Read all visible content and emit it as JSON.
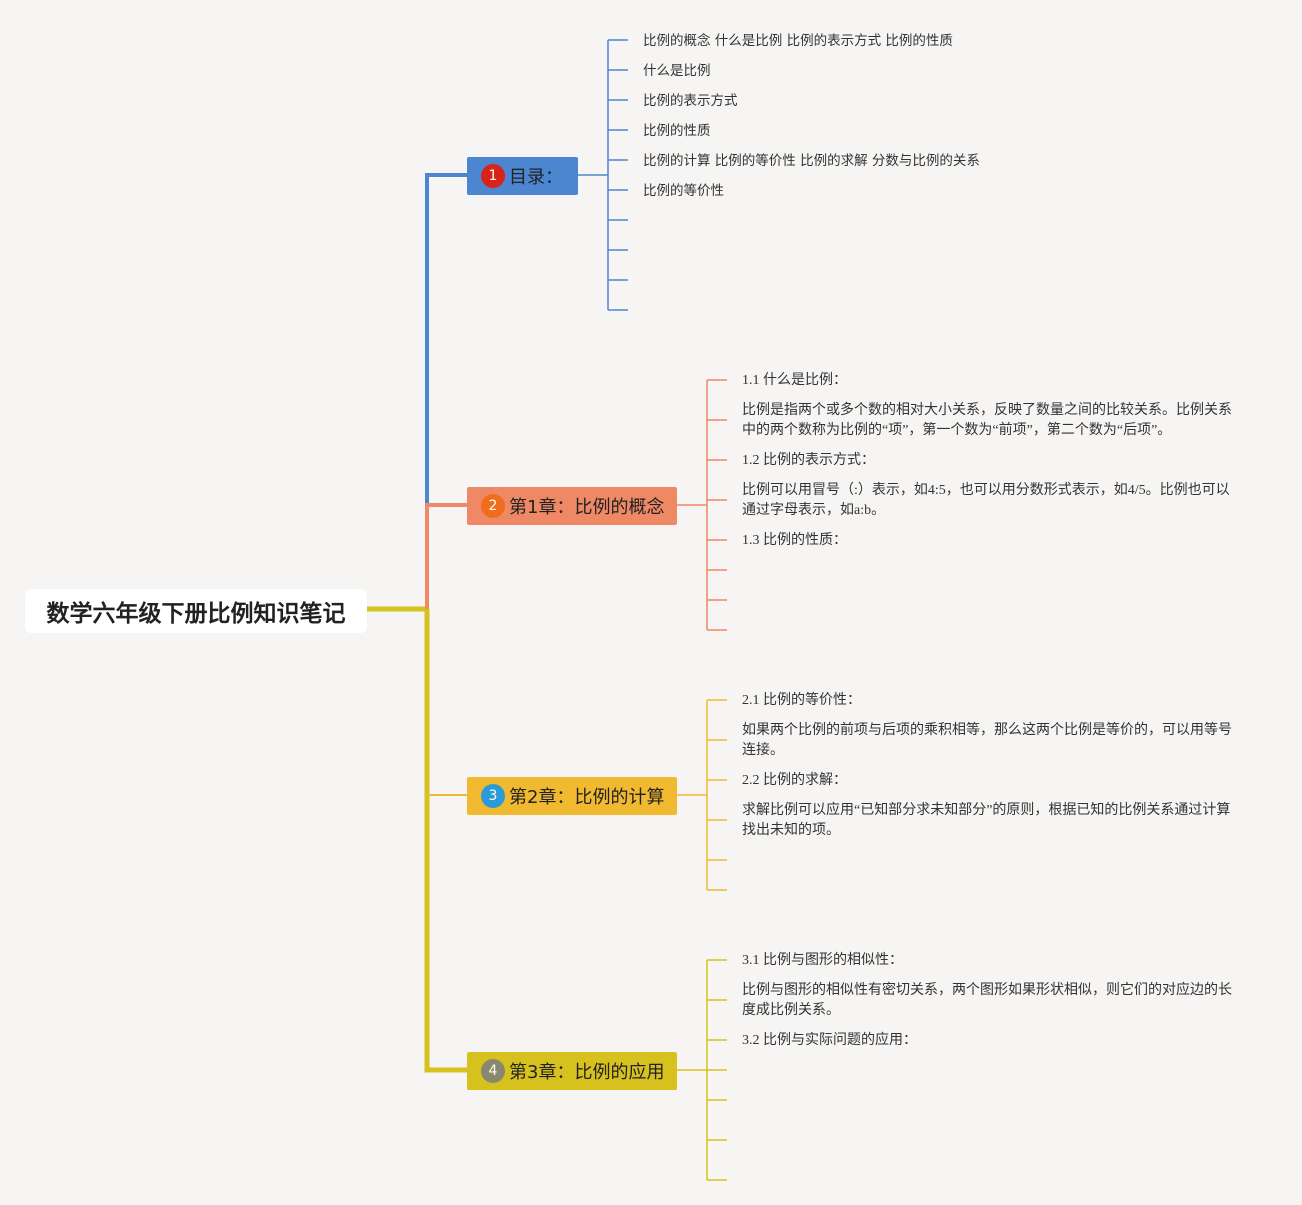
{
  "root": {
    "title": "数学六年级下册比例知识笔记"
  },
  "colors": {
    "background": "#f6f5f4",
    "branch_toc": "#4c86d1",
    "branch_ch1": "#ee8865",
    "branch_ch2": "#f1b930",
    "branch_ch3": "#d7c11e",
    "trunk_yellow": "#d4c21f"
  },
  "branches": [
    {
      "badge": "1",
      "badge_color": "#d7231a",
      "label": "目录：",
      "items": [
        "比例的概念 什么是比例 比例的表示方式 比例的性质",
        "什么是比例",
        "比例的表示方式",
        "比例的性质",
        "比例的计算 比例的等价性 比例的求解 分数与比例的关系",
        "比例的等价性"
      ]
    },
    {
      "badge": "2",
      "badge_color": "#f06d1d",
      "label": "第1章：比例的概念",
      "items": [
        "1.1 什么是比例：",
        "比例是指两个或多个数的相对大小关系，反映了数量之间的比较关系。比例关系中的两个数称为比例的“项”，第一个数为“前项”，第二个数为“后项”。",
        "1.2 比例的表示方式：",
        "比例可以用冒号（:）表示，如4:5，也可以用分数形式表示，如4/5。比例也可以通过字母表示，如a:b。",
        "1.3 比例的性质："
      ]
    },
    {
      "badge": "3",
      "badge_color": "#2a9ad8",
      "label": "第2章：比例的计算",
      "items": [
        "2.1 比例的等价性：",
        "如果两个比例的前项与后项的乘积相等，那么这两个比例是等价的，可以用等号连接。",
        "2.2 比例的求解：",
        "求解比例可以应用“已知部分求未知部分”的原则，根据已知的比例关系通过计算找出未知的项。"
      ]
    },
    {
      "badge": "4",
      "badge_color": "#8a8770",
      "label": "第3章：比例的应用",
      "items": [
        "3.1 比例与图形的相似性：",
        "比例与图形的相似性有密切关系，两个图形如果形状相似，则它们的对应边的长度成比例关系。",
        "3.2 比例与实际问题的应用："
      ]
    }
  ]
}
